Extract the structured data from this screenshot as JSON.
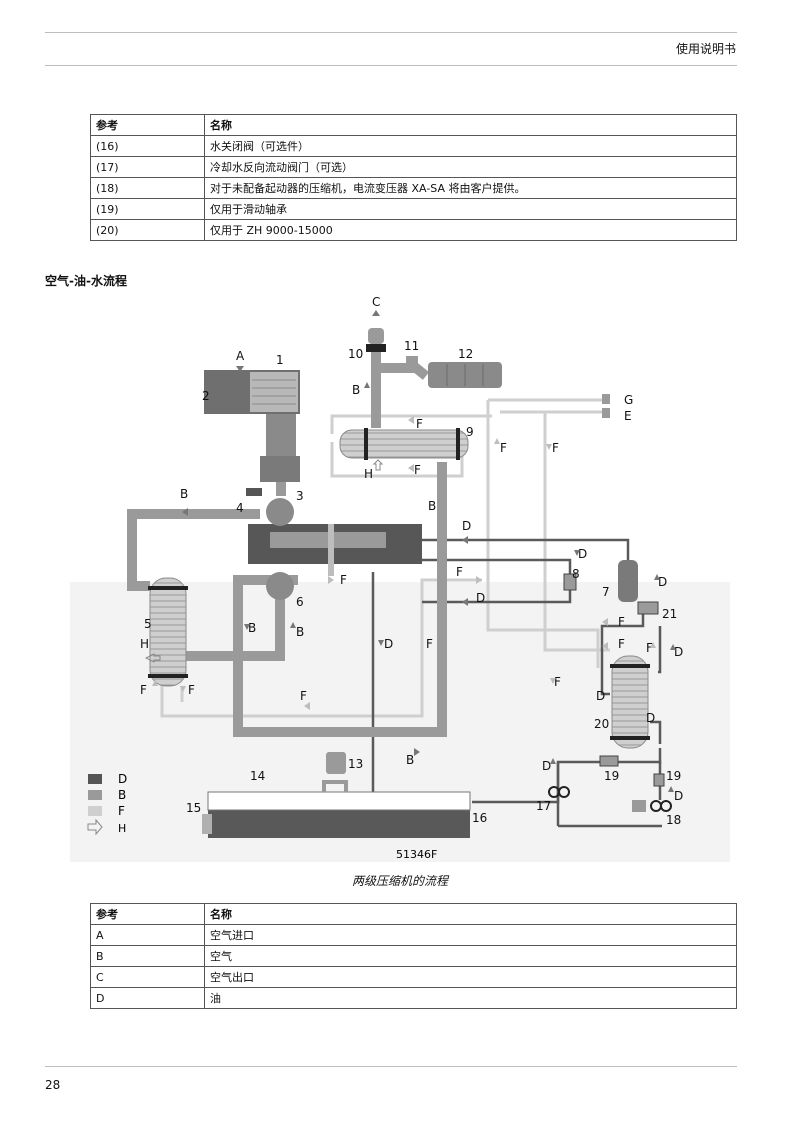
{
  "header": {
    "title": "使用说明书"
  },
  "table_top": {
    "headers": [
      "参考",
      "名称"
    ],
    "rows": [
      [
        "(16)",
        "水关闭阀（可选件）"
      ],
      [
        "(17)",
        "冷却水反向流动阀门（可选）"
      ],
      [
        "(18)",
        "对于未配备起动器的压缩机，电流变压器 XA-SA 将由客户提供。"
      ],
      [
        "(19)",
        "仅用于滑动轴承"
      ],
      [
        "(20)",
        "仅用于 ZH 9000-15000"
      ]
    ]
  },
  "section_title": "空气-油-水流程",
  "diagram": {
    "code": "51346F",
    "colors": {
      "oil": "#555555",
      "air": "#9a9a9a",
      "water": "#cfcfcf",
      "pipe_dark": "#5a5a5a"
    },
    "legend": [
      {
        "key": "D"
      },
      {
        "key": "B"
      },
      {
        "key": "F"
      },
      {
        "key": "H",
        "icon": "hollow-arrow-icon"
      }
    ],
    "labels": {
      "n1": "1",
      "n2": "2",
      "n3": "3",
      "n4": "4",
      "n5": "5",
      "n6": "6",
      "n7": "7",
      "n8": "8",
      "n9": "9",
      "n10": "10",
      "n11": "11",
      "n12": "12",
      "n13": "13",
      "n14": "14",
      "n15": "15",
      "n16": "16",
      "n17": "17",
      "n18": "18",
      "n19": "19",
      "n20": "20",
      "n21": "21",
      "A": "A",
      "B": "B",
      "C": "C",
      "D": "D",
      "E": "E",
      "F": "F",
      "G": "G",
      "H": "H"
    }
  },
  "caption": "两级压缩机的流程",
  "table_bottom": {
    "headers": [
      "参考",
      "名称"
    ],
    "rows": [
      [
        "A",
        "空气进口"
      ],
      [
        "B",
        "空气"
      ],
      [
        "C",
        "空气出口"
      ],
      [
        "D",
        "油"
      ]
    ]
  },
  "footer": {
    "page_number": "28"
  }
}
